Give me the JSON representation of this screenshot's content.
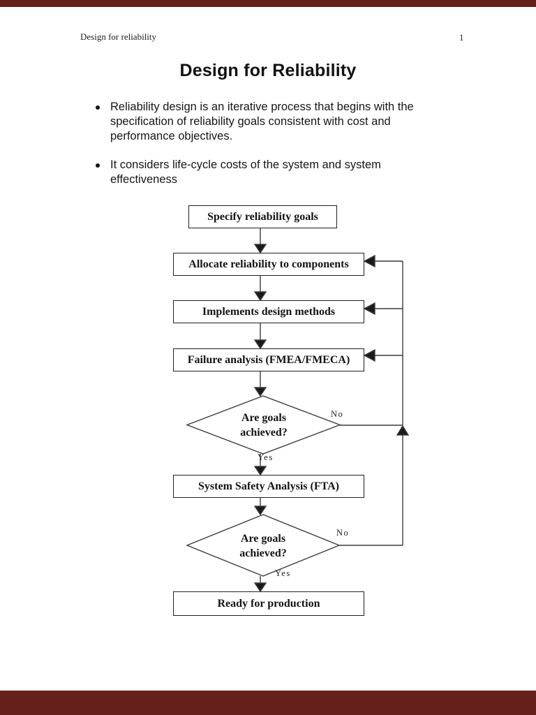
{
  "page": {
    "header_left": "Design for reliability",
    "page_number": "1",
    "title": "Design for Reliability",
    "bullets": [
      "Reliability design is an iterative process that begins with the\nspecification of reliability goals consistent with cost and\nperformance objectives.",
      "It considers life-cycle costs of the system and system\neffectiveness"
    ]
  },
  "flowchart": {
    "boxes": {
      "specify": "Specify reliability goals",
      "allocate": "Allocate reliability to components",
      "implements": "Implements design methods",
      "failure": "Failure analysis (FMEA/FMECA)",
      "safety": "System Safety Analysis (FTA)",
      "ready": "Ready for production"
    },
    "decisions": {
      "d1": "Are goals\nachieved?",
      "d2": "Are goals\nachieved?"
    },
    "labels": {
      "yes": "Yes",
      "no": "No"
    }
  },
  "colors": {
    "viewer_background": "#65201c",
    "page_background": "#ffffff",
    "text": "#1a1a1a",
    "line": "#3c3c3c"
  }
}
